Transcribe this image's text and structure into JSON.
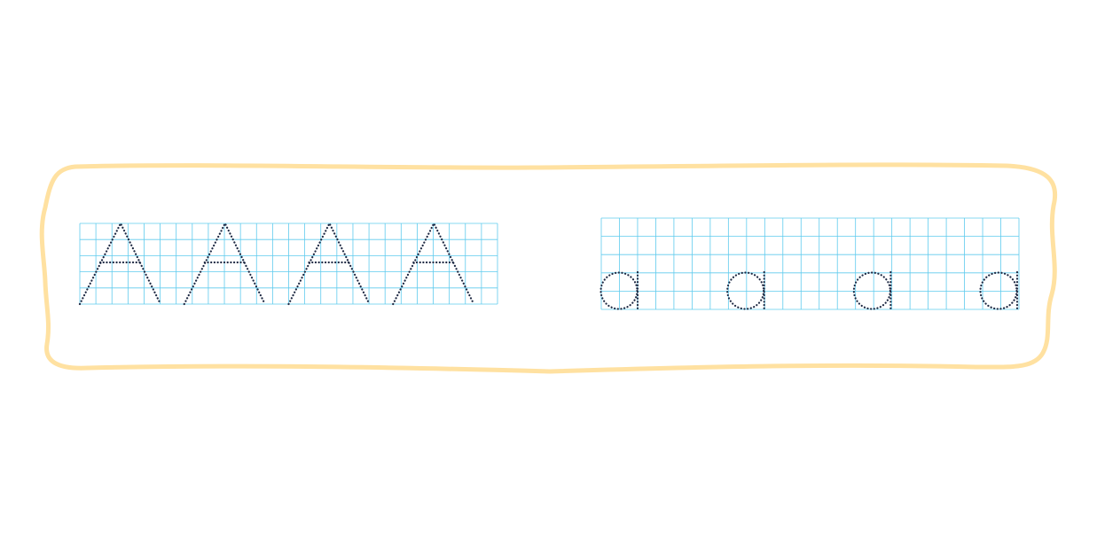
{
  "worksheet": {
    "frame_color": "#ffe1a1",
    "grid_color": "#5fcbee",
    "dot_color": "#1f2a44",
    "uppercase_panel": {
      "letter": "A",
      "count": 4
    },
    "lowercase_panel": {
      "letter": "a",
      "count": 4
    }
  }
}
